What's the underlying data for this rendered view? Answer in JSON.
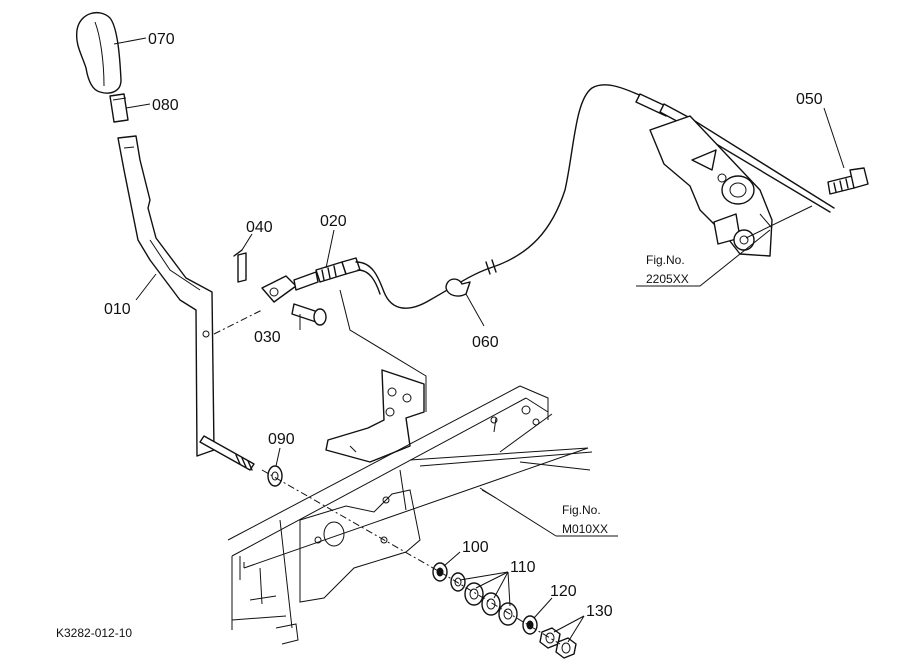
{
  "labels": {
    "p070": "070",
    "p080": "080",
    "p040": "040",
    "p020": "020",
    "p010": "010",
    "p030": "030",
    "p060": "060",
    "p050": "050",
    "p090": "090",
    "p100": "100",
    "p110": "110",
    "p120": "120",
    "p130": "130"
  },
  "references": {
    "ref1_title": "Fig.No.",
    "ref1_number": "2205XX",
    "ref2_title": "Fig.No.",
    "ref2_number": "M010XX"
  },
  "drawing_code": "K3282-012-10"
}
